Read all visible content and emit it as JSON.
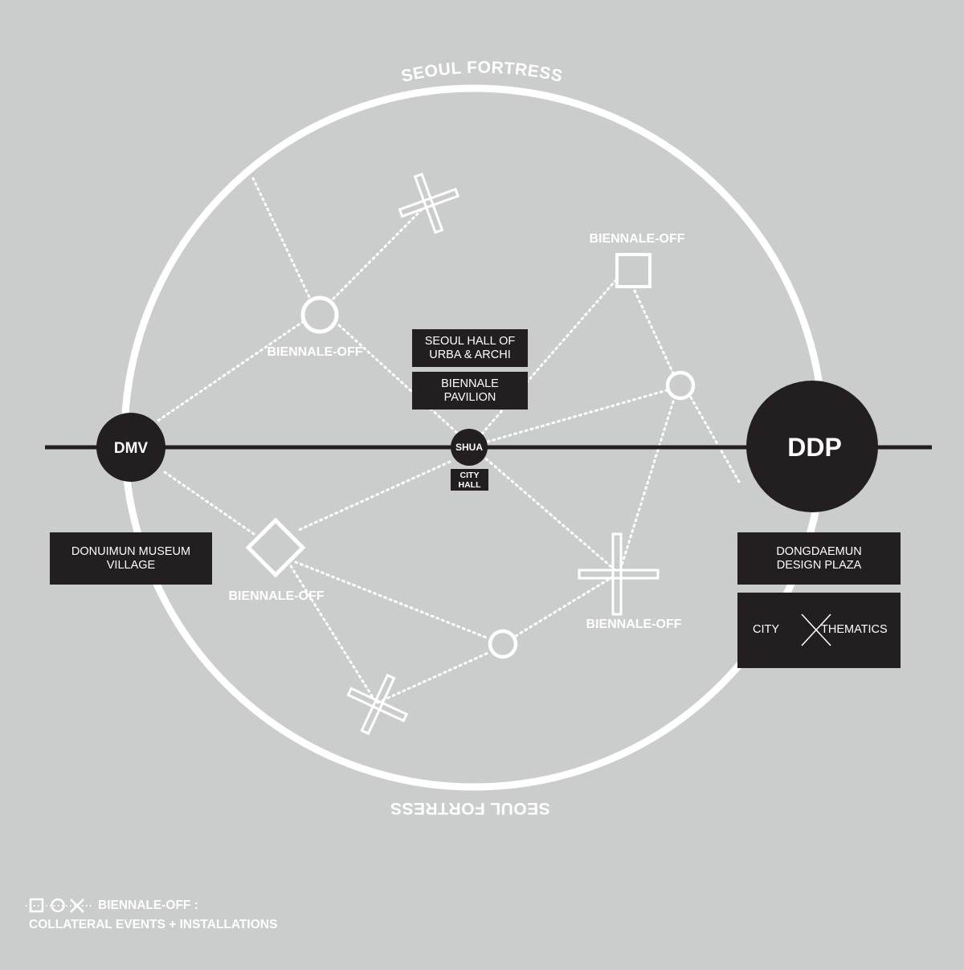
{
  "fortress": {
    "top_label": "SEOUL FORTRESS",
    "bottom_label": "SEOUL FORTRESS"
  },
  "nodes": {
    "dmv": "DMV",
    "shua": "SHUA",
    "ddp": "DDP"
  },
  "off_labels": {
    "top_left": "BIENNALE-OFF",
    "top_right": "BIENNALE-OFF",
    "bottom_left": "BIENNALE-OFF",
    "bottom_right": "BIENNALE-OFF"
  },
  "boxes": {
    "seoul_hall": "SEOUL HALL OF\nURBA & ARCHI",
    "pavilion": "BIENNALE\nPAVILION",
    "city_hall": "CITY\nHALL",
    "donuimun": "DONUIMUN MUSEUM\nVILLAGE",
    "dongdaemun": "DONGDAEMUN\nDESIGN PLAZA",
    "city": "CITY",
    "thematics": "THEMATICS"
  },
  "legend": {
    "line1": "BIENNALE-OFF :",
    "line2": "COLLATERAL EVENTS + INSTALLATIONS"
  },
  "colors": {
    "background": "#cbcdcc",
    "ink": "#231f20",
    "white": "#ffffff"
  }
}
